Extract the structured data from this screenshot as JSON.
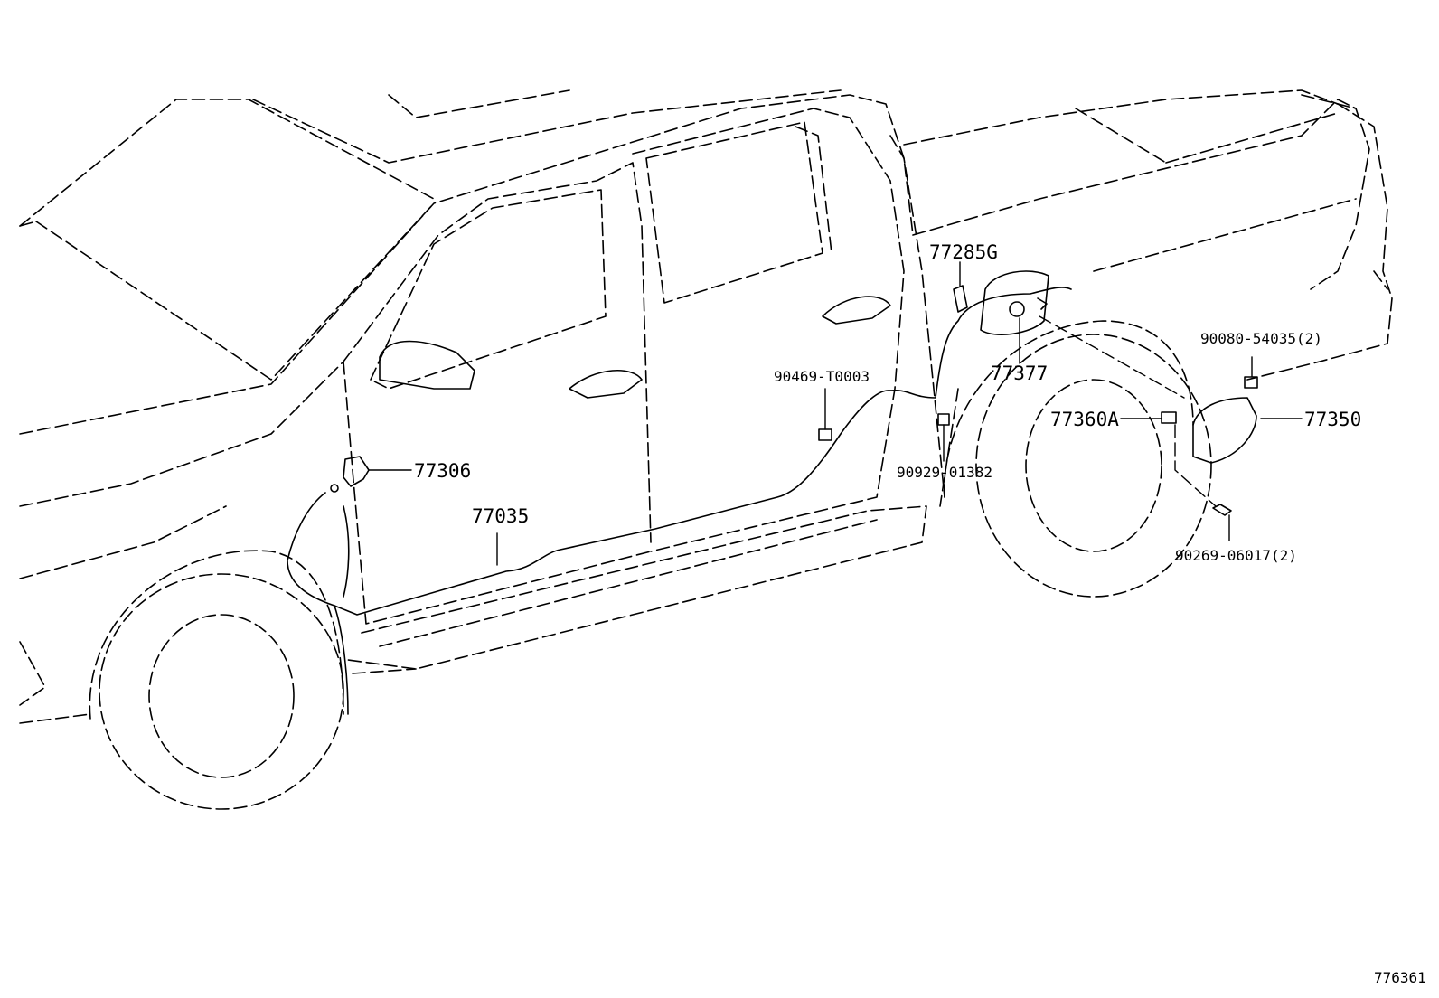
{
  "diagram": {
    "figure_number": "776361",
    "part_labels": [
      {
        "id": "p1",
        "code": "77285G"
      },
      {
        "id": "p2",
        "code": "77377"
      },
      {
        "id": "p3",
        "code": "90469-T0003"
      },
      {
        "id": "p4",
        "code": "90080-54035(2)"
      },
      {
        "id": "p5",
        "code": "77360A"
      },
      {
        "id": "p6",
        "code": "77350"
      },
      {
        "id": "p7",
        "code": "77306"
      },
      {
        "id": "p8",
        "code": "90929-01382"
      },
      {
        "id": "p9",
        "code": "77035"
      },
      {
        "id": "p10",
        "code": "90269-06017(2)"
      }
    ]
  }
}
